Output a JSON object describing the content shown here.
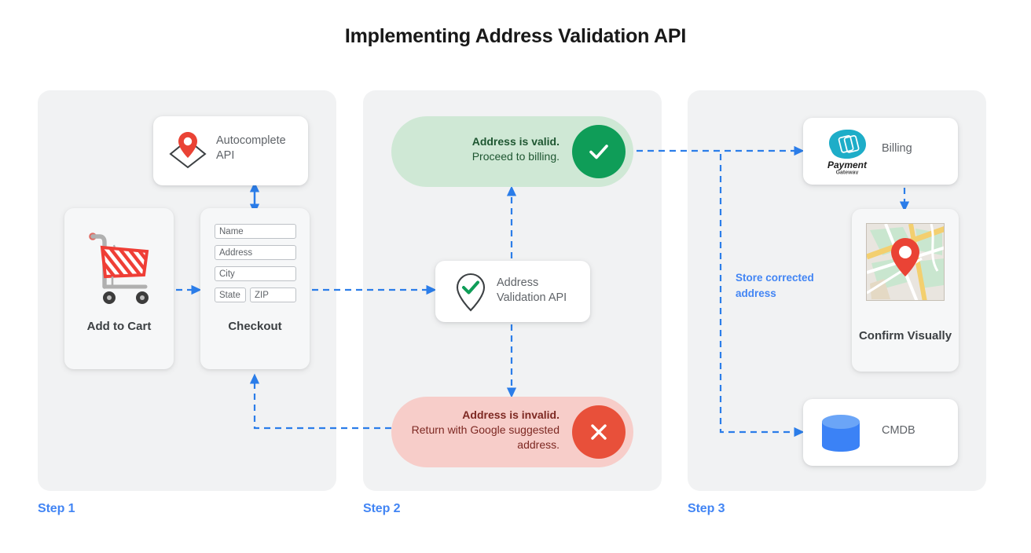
{
  "page": {
    "title": "Implementing Address Validation API",
    "accent_blue": "#4285f4",
    "green": "#0f9d58",
    "red": "#e8503a",
    "panel_bg": "#f1f2f3",
    "background": "#ffffff"
  },
  "steps": [
    {
      "label": "Step 1"
    },
    {
      "label": "Step 2"
    },
    {
      "label": "Step 3"
    }
  ],
  "step1": {
    "autocomplete": {
      "title": "Autocomplete API",
      "icon": "map-pin-diamond-icon"
    },
    "cart": {
      "label": "Add to Cart",
      "icon": "shopping-cart-icon"
    },
    "checkout": {
      "label": "Checkout",
      "fields": [
        {
          "name": "name-field",
          "placeholder": "Name"
        },
        {
          "name": "address-field",
          "placeholder": "Address"
        },
        {
          "name": "city-field",
          "placeholder": "City"
        },
        {
          "name": "state-field",
          "placeholder": "State"
        },
        {
          "name": "zip-field",
          "placeholder": "ZIP"
        }
      ]
    }
  },
  "step2": {
    "valid": {
      "headline": "Address is valid.",
      "detail": "Proceed to billing.",
      "badge_icon": "check-icon",
      "badge_color": "#0f9d58",
      "pill_color": "#cfe8d5"
    },
    "invalid": {
      "headline": "Address is invalid.",
      "detail": "Return with Google suggested address.",
      "badge_icon": "close-icon",
      "badge_color": "#e8503a",
      "pill_color": "#f7cdc9"
    },
    "validation_api": {
      "title": "Address Validation API",
      "icon": "pin-check-icon"
    }
  },
  "step3": {
    "billing": {
      "label": "Billing",
      "logo_primary": "Payment",
      "logo_secondary": "Gateway",
      "icon": "payment-gateway-icon",
      "logo_color": "#1eadc8"
    },
    "confirm": {
      "label": "Confirm Visually",
      "icon": "map-thumbnail-icon"
    },
    "cmdb": {
      "label": "CMDB",
      "icon": "database-icon",
      "icon_color": "#3b82f6"
    },
    "store_note": "Store corrected address"
  }
}
